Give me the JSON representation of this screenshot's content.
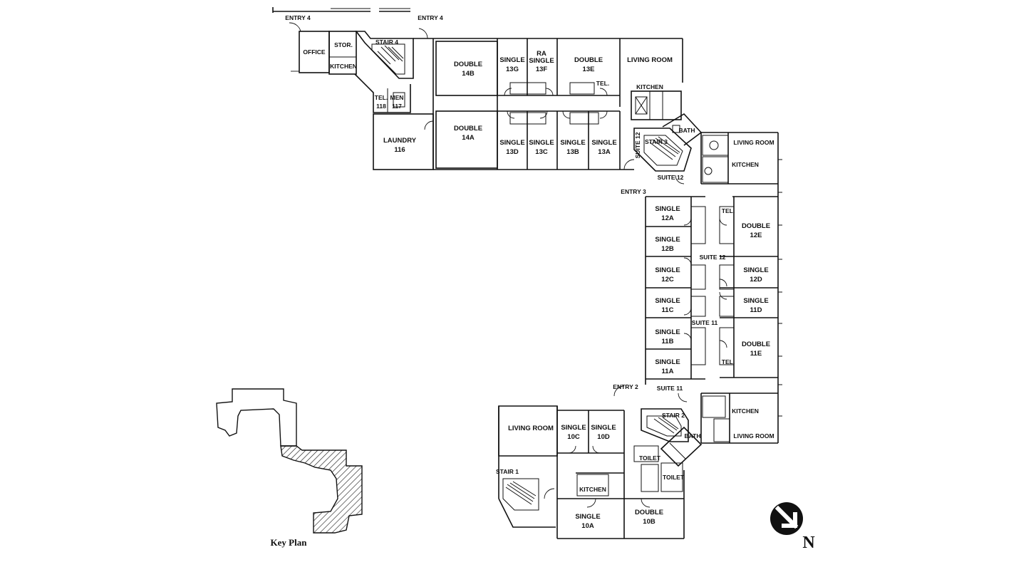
{
  "labels": {
    "entry_4_left": "ENTRY 4",
    "entry_4_right": "ENTRY 4",
    "office": "OFFICE",
    "stor": "STOR.",
    "kitchen_north": "KITCHEN",
    "stair_4": "STAIR 4",
    "tel_118": "TEL.",
    "tel_118_num": "118",
    "men_117": "MEN",
    "men_117_num": "117",
    "laundry": "LAUNDRY",
    "laundry_num": "116",
    "double_14b": "DOUBLE",
    "double_14b_num": "14B",
    "double_14a": "DOUBLE",
    "double_14a_num": "14A",
    "single_13g": "SINGLE",
    "single_13g_num": "13G",
    "ra_13f": "RA",
    "ra_13f_2": "SINGLE",
    "ra_13f_num": "13F",
    "double_13e": "DOUBLE",
    "double_13e_num": "13E",
    "tel_13": "TEL.",
    "living_13": "LIVING ROOM",
    "kitchen_13": "KITCHEN",
    "single_13d": "SINGLE",
    "single_13d_num": "13D",
    "single_13c": "SINGLE",
    "single_13c_num": "13C",
    "single_13b": "SINGLE",
    "single_13b_num": "13B",
    "single_13a": "SINGLE",
    "single_13a_num": "13A",
    "suite_12_vert": "SUITE 12",
    "stair_3": "STAIR 3",
    "bath_12": "BATH",
    "living_12": "LIVING ROOM",
    "kitchen_12": "KITCHEN",
    "suite_12_a": "SUITE 12",
    "entry_3": "ENTRY 3",
    "single_12a": "SINGLE",
    "single_12a_num": "12A",
    "single_12b": "SINGLE",
    "single_12b_num": "12B",
    "tel_12": "TEL.",
    "double_12e": "DOUBLE",
    "double_12e_num": "12E",
    "suite_12_b": "SUITE 12",
    "single_12c": "SINGLE",
    "single_12c_num": "12C",
    "single_12d": "SINGLE",
    "single_12d_num": "12D",
    "single_11c": "SINGLE",
    "single_11c_num": "11C",
    "single_11d": "SINGLE",
    "single_11d_num": "11D",
    "suite_11_a": "SUITE 11",
    "single_11b": "SINGLE",
    "single_11b_num": "11B",
    "double_11e": "DOUBLE",
    "double_11e_num": "11E",
    "single_11a": "SINGLE",
    "single_11a_num": "11A",
    "tel_11": "TEL.",
    "entry_2": "ENTRY 2",
    "suite_11_b": "SUITE 11",
    "kitchen_11": "KITCHEN",
    "stair_2": "STAIR 2",
    "bath_11": "BATH",
    "living_11": "LIVING ROOM",
    "living_10": "LIVING ROOM",
    "single_10c": "SINGLE",
    "single_10c_num": "10C",
    "single_10d": "SINGLE",
    "single_10d_num": "10D",
    "toilet_a": "TOILET",
    "toilet_b": "TOILET",
    "stair_1": "STAIR 1",
    "kitchen_10": "KITCHEN",
    "single_10a": "SINGLE",
    "single_10a_num": "10A",
    "double_10b": "DOUBLE",
    "double_10b_num": "10B"
  },
  "key_plan": {
    "title": "Key Plan"
  },
  "north_arrow": {
    "letter": "N",
    "icon": "north-arrow-icon"
  },
  "colors": {
    "line": "#111111",
    "background": "#ffffff"
  }
}
